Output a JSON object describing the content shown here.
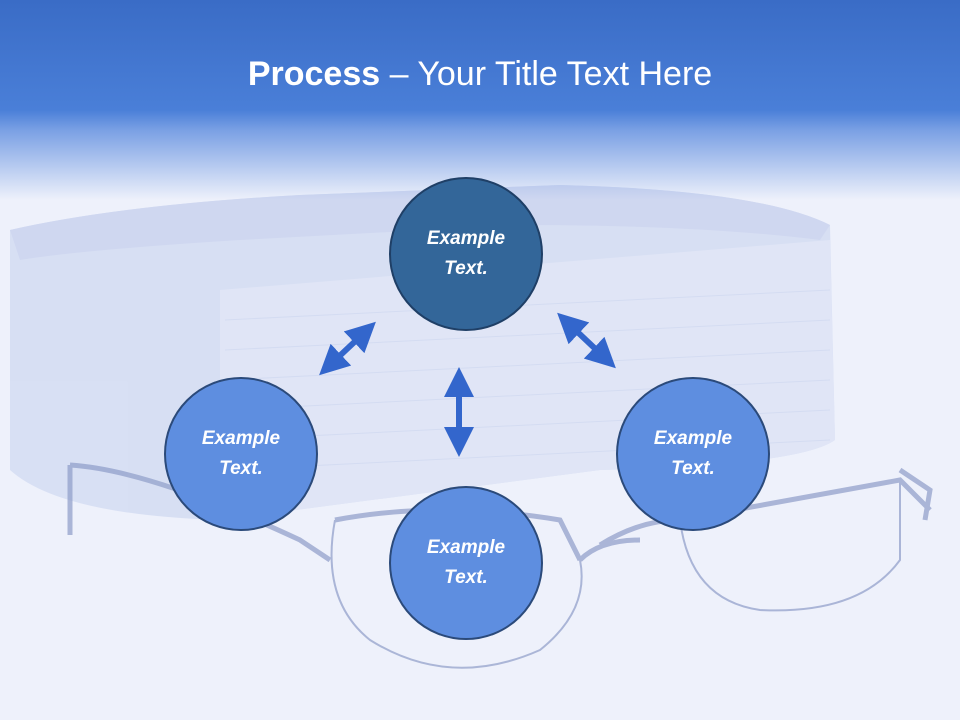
{
  "slide": {
    "title_bold": "Process",
    "title_rest": " – Your Title Text Here"
  },
  "nodes": {
    "top": "Example Text.",
    "left": "Example Text.",
    "right": "Example Text.",
    "bottom": "Example Text."
  },
  "colors": {
    "header": "#4a7fd8",
    "node_primary": "#336699",
    "node_secondary": "#5e8ee0",
    "arrow": "#3366cc"
  },
  "background_image": "book-and-eyeglasses-photo"
}
